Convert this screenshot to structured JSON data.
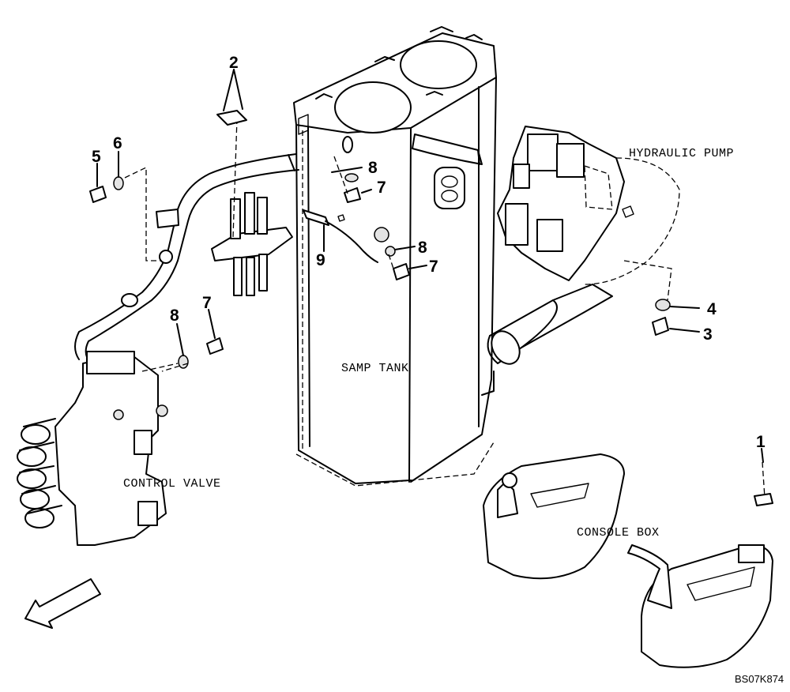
{
  "labels": {
    "hydraulic_pump": "HYDRAULIC PUMP",
    "samp_tank": "SAMP TANK",
    "control_valve": "CONTROL VALVE",
    "console_box": "CONSOLE BOX",
    "drawing_code": "BS07K874"
  },
  "callouts": {
    "c1": "1",
    "c2": "2",
    "c3": "3",
    "c4": "4",
    "c5": "5",
    "c6": "6",
    "c7a": "7",
    "c7b": "7",
    "c7c": "7",
    "c8a": "8",
    "c8b": "8",
    "c8c": "8",
    "c9": "9"
  },
  "icons": [
    "direction-arrow-icon"
  ]
}
